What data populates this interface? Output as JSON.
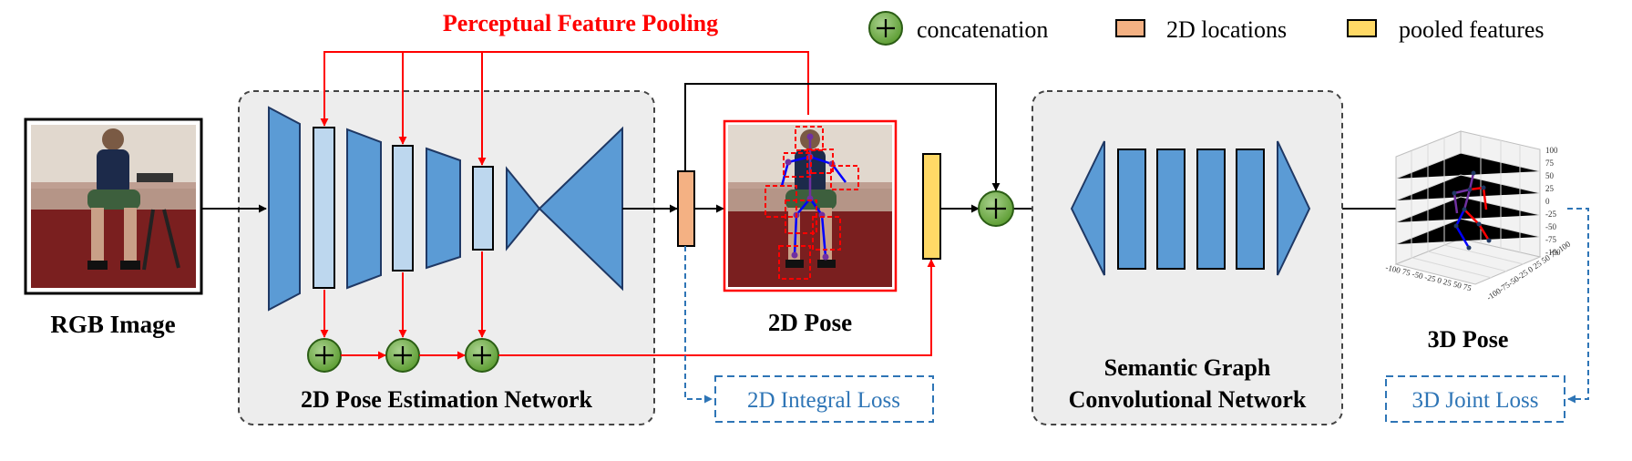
{
  "title": "Perceptual Feature Pooling",
  "legend": {
    "concat": "concatenation",
    "loc2d": "2D locations",
    "pooled": "pooled features"
  },
  "labels": {
    "rgb": "RGB Image",
    "pose_net": "2D Pose Estimation Network",
    "pose2d": "2D Pose",
    "sgcn_line1": "Semantic Graph",
    "sgcn_line2": "Convolutional Network",
    "pose3d": "3D Pose"
  },
  "losses": {
    "integral": "2D Integral Loss",
    "joint": "3D Joint Loss"
  },
  "plot3d": {
    "z_ticks": [
      "100",
      "75",
      "50",
      "25",
      "0",
      "-25",
      "-50",
      "-75",
      "-100"
    ],
    "x_ticks": "-100 75 -50 -25 0 25 50 75",
    "y_ticks": "-100-75-50-25 0 25 50 75 100"
  },
  "colors": {
    "block_fill": "#5b9bd5",
    "block_stroke": "#1f3864",
    "light_block": "#bdd7ee",
    "pooling_red": "#ff0000",
    "concat_green": "#70ad47",
    "loc_orange": "#f4b183",
    "pooled_yellow": "#ffd966",
    "loss_blue": "#2e75b6",
    "panel_gray": "#ededed"
  }
}
